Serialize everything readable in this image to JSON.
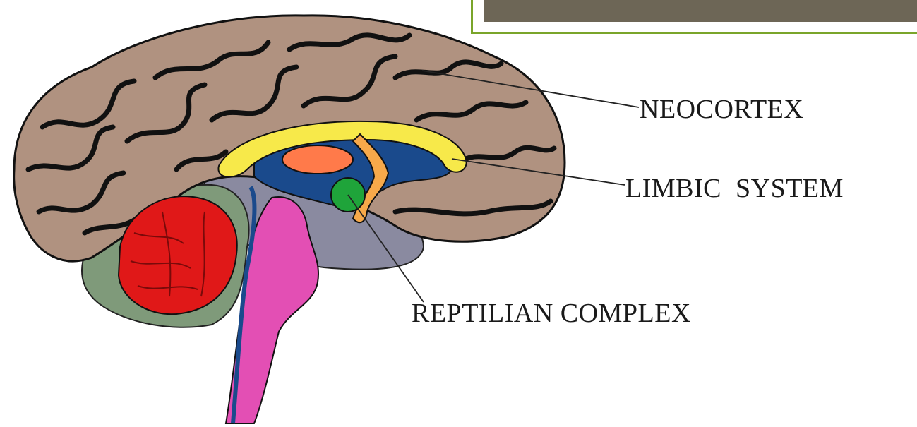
{
  "labels": {
    "neocortex": "NEOCORTEX",
    "limbic": "LIMBIC  SYSTEM",
    "reptilian": "REPTILIAN COMPLEX"
  },
  "colors": {
    "header_bar": "#6d6656",
    "header_border": "#7aa52a",
    "neocortex": "#b09280",
    "cerebellum": "#e01818",
    "brainstem": "#e34fb4",
    "limbic_ring": "#f7e94a",
    "ventricle": "#1a4a8c",
    "thalamus": "#ff7a4a",
    "hypothalamus_green": "#1fa43a",
    "lower_region": "#8a8aa0",
    "cerebellum_bg": "#7f9a7a"
  }
}
